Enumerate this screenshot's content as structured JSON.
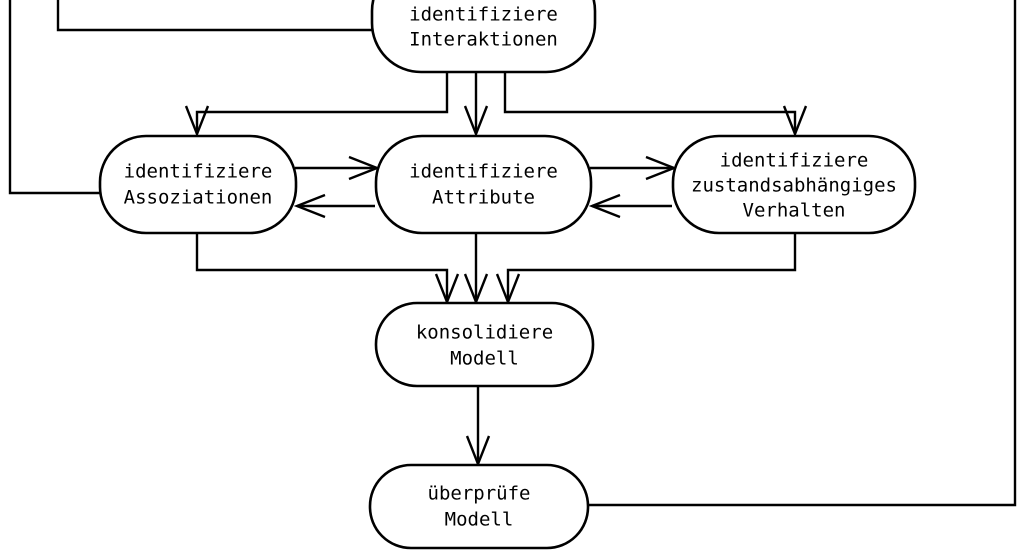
{
  "diagram": {
    "type": "flowchart",
    "title": "",
    "language": "de",
    "background_color": "#ffffff",
    "line_color": "#000000",
    "node_fill_color": "#ffffff",
    "node_shape": "rounded-rectangle",
    "nodes": [
      {
        "id": "interaktionen",
        "lines": [
          "identifiziere",
          "Interaktionen"
        ],
        "line1": "identifiziere",
        "line2": "Interaktionen",
        "line3": ""
      },
      {
        "id": "assoziationen",
        "lines": [
          "identifiziere",
          "Assoziationen"
        ],
        "line1": "identifiziere",
        "line2": "Assoziationen",
        "line3": ""
      },
      {
        "id": "attribute",
        "lines": [
          "identifiziere",
          "Attribute"
        ],
        "line1": "identifiziere",
        "line2": "Attribute",
        "line3": ""
      },
      {
        "id": "verhalten",
        "lines": [
          "identifiziere",
          "zustandsabhängiges",
          "Verhalten"
        ],
        "line1": "identifiziere",
        "line2": "zustandsabhängiges",
        "line3": "Verhalten"
      },
      {
        "id": "konsolidiere",
        "lines": [
          "konsolidiere",
          "Modell"
        ],
        "line1": "konsolidiere",
        "line2": "Modell",
        "line3": ""
      },
      {
        "id": "ueberpruefe",
        "lines": [
          "überprüfe",
          "Modell"
        ],
        "line1": "überprüfe",
        "line2": "Modell",
        "line3": ""
      }
    ],
    "edges": [
      {
        "from": "interaktionen",
        "to": "assoziationen",
        "arrow": "single"
      },
      {
        "from": "interaktionen",
        "to": "attribute",
        "arrow": "single"
      },
      {
        "from": "interaktionen",
        "to": "verhalten",
        "arrow": "single"
      },
      {
        "from": "assoziationen",
        "to": "attribute",
        "arrow": "single"
      },
      {
        "from": "attribute",
        "to": "assoziationen",
        "arrow": "single"
      },
      {
        "from": "attribute",
        "to": "verhalten",
        "arrow": "single"
      },
      {
        "from": "verhalten",
        "to": "attribute",
        "arrow": "single"
      },
      {
        "from": "assoziationen",
        "to": "konsolidiere",
        "arrow": "single"
      },
      {
        "from": "attribute",
        "to": "konsolidiere",
        "arrow": "single"
      },
      {
        "from": "verhalten",
        "to": "konsolidiere",
        "arrow": "single"
      },
      {
        "from": "konsolidiere",
        "to": "ueberpruefe",
        "arrow": "single"
      },
      {
        "from": "ueberpruefe",
        "to": "offscreen-right",
        "arrow": "none"
      },
      {
        "from": "interaktionen",
        "to": "offscreen-top-left",
        "arrow": "none"
      },
      {
        "from": "offscreen-left",
        "to": "assoziationen",
        "arrow": "none"
      }
    ]
  }
}
